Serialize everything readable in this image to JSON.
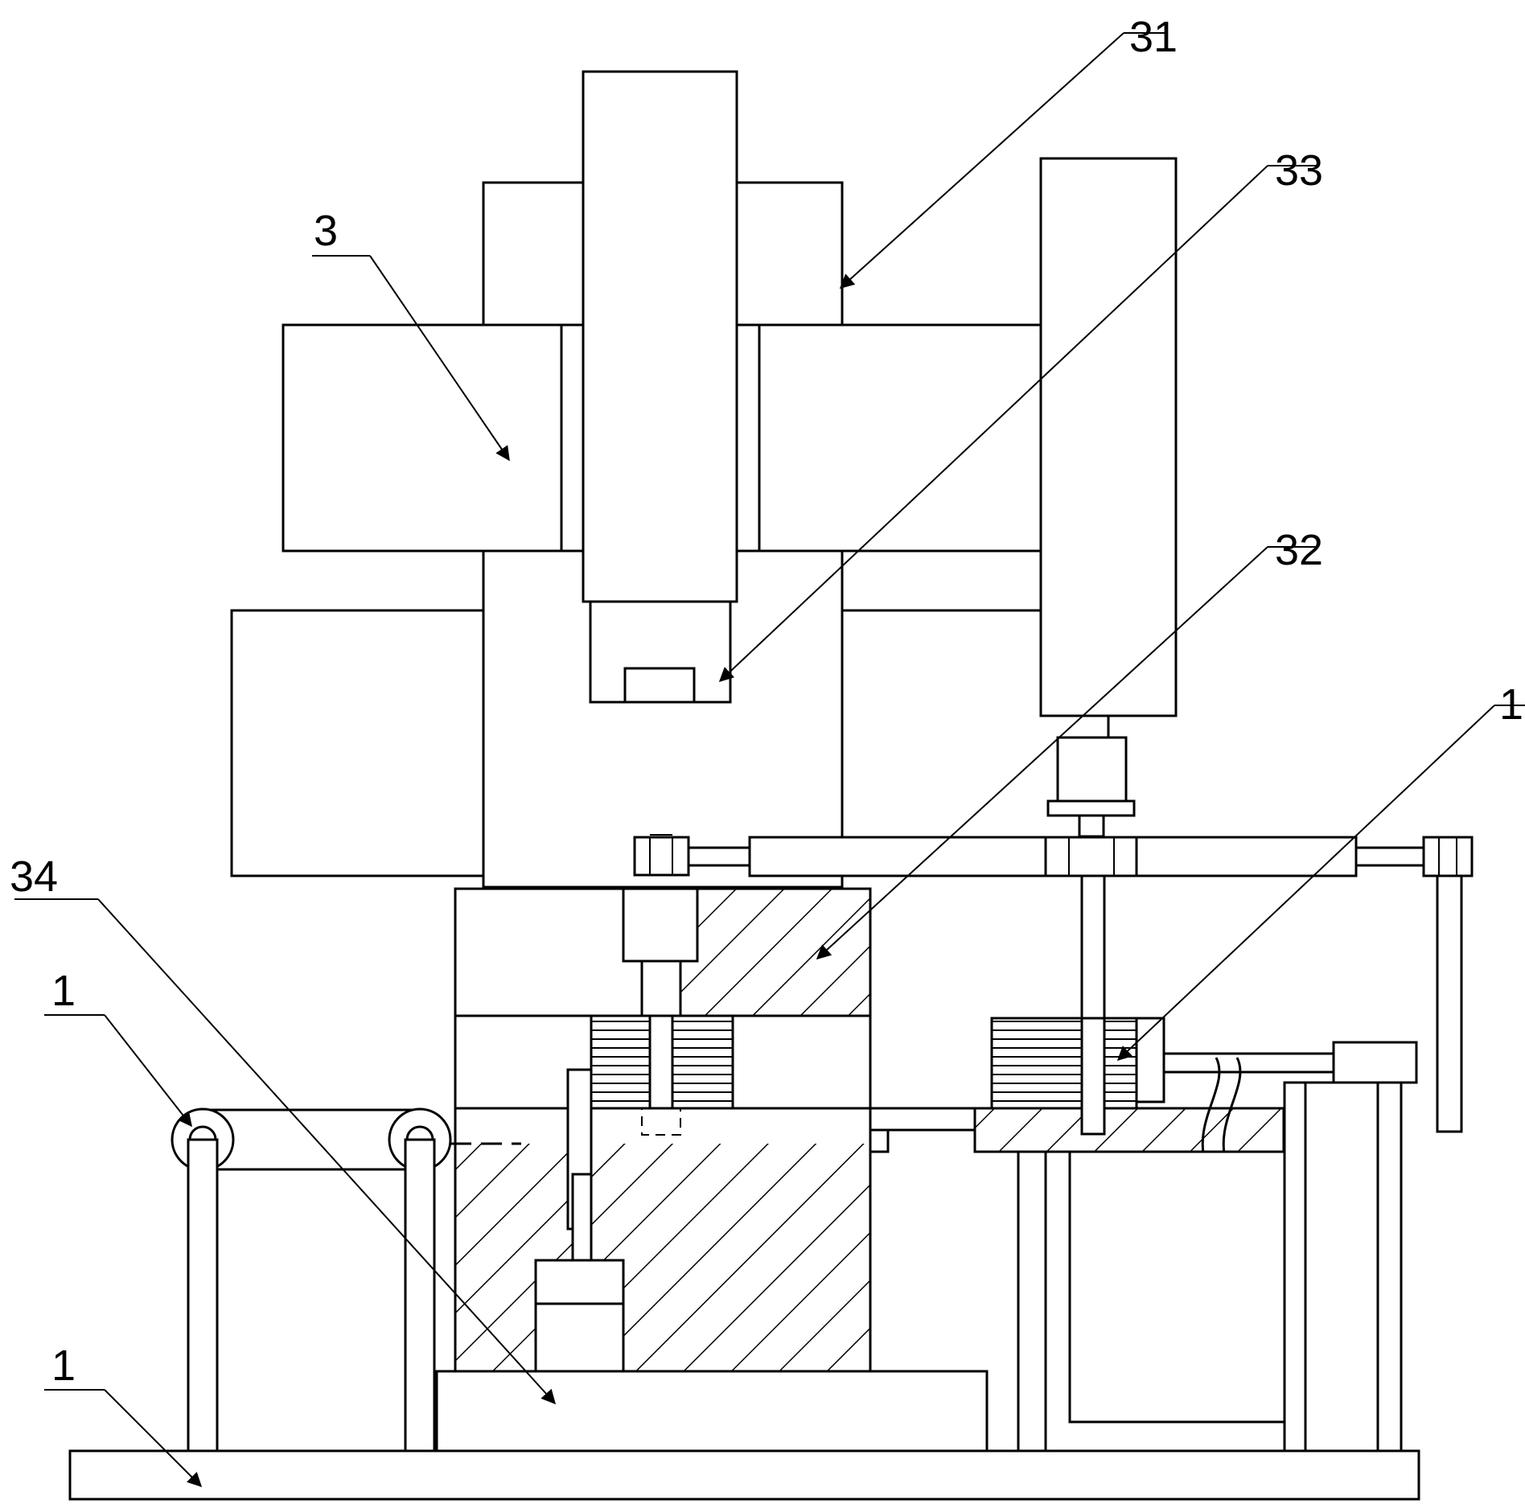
{
  "figure": {
    "background": "#ffffff",
    "line_color": "#000000"
  },
  "labels": {
    "l31": "31",
    "l33": "33",
    "l3": "3",
    "l32": "32",
    "l1_right": "1",
    "l34": "34",
    "l1_roller": "1",
    "l1_base": "1"
  }
}
